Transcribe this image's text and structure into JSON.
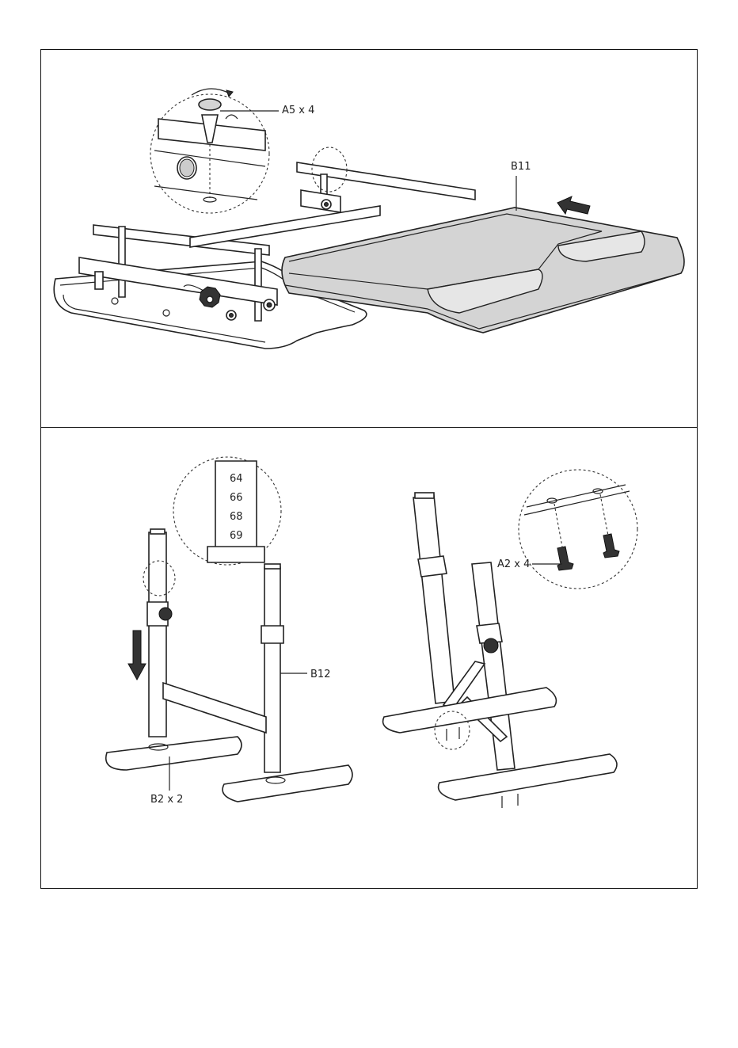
{
  "step_top": {
    "callout_screw": "A5 x 4",
    "callout_part": "B11"
  },
  "step_bottom": {
    "callout_base": "B2 x 2",
    "callout_leg": "B12",
    "callout_screw": "A2 x 4",
    "scale_marks": [
      "64",
      "66",
      "68",
      "69"
    ]
  }
}
